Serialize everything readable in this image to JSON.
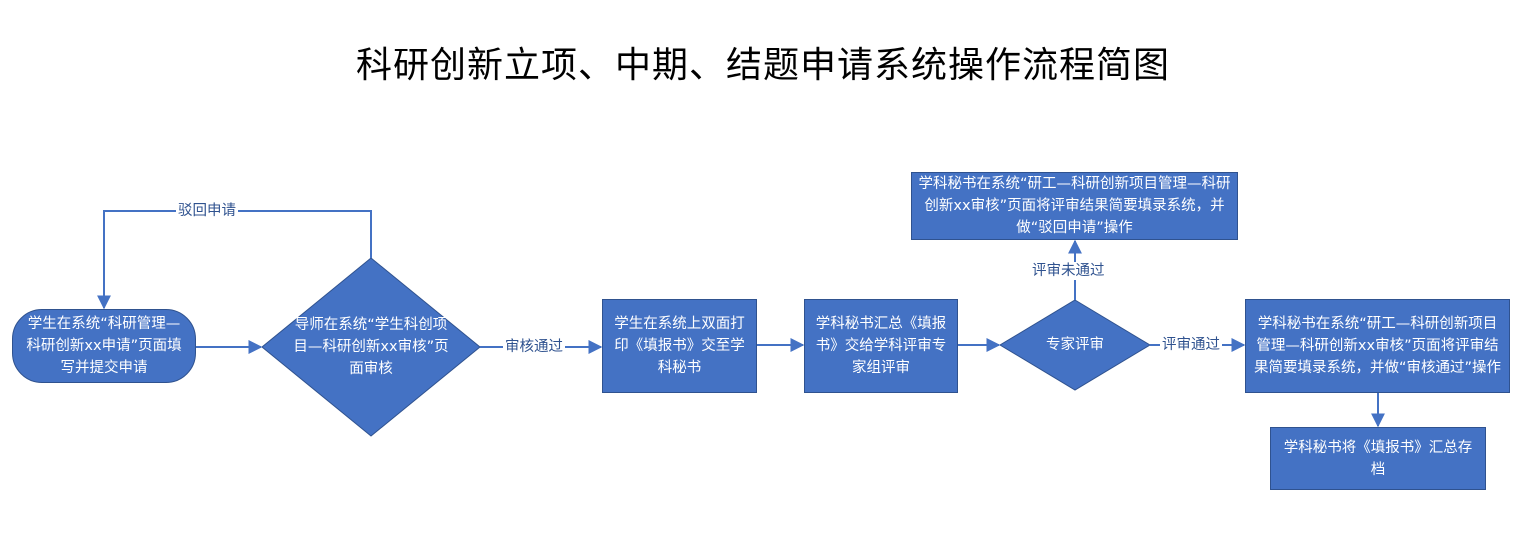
{
  "title": "科研创新立项、中期、结题申请系统操作流程简图",
  "colors": {
    "fill": "#4472C4",
    "border": "#2F528F",
    "line": "#4472C4",
    "label": "#2F528F"
  },
  "nodes": {
    "student_submit": "学生在系统“科研管理—科研创新xx申请”页面填写并提交申请",
    "advisor_review": "导师在系统“学生科创项目—科研创新xx审核”页面审核",
    "student_print": "学生在系统上双面打印《填报书》交至学科秘书",
    "secretary_collect": "学科秘书汇总《填报书》交给学科评审专家组评审",
    "expert_review": "专家评审",
    "secretary_reject": "学科秘书在系统“研工—科研创新项目管理—科研创新xx审核”页面将评审结果简要填录系统，并做“驳回申请”操作",
    "secretary_approve": "学科秘书在系统“研工—科研创新项目管理—科研创新xx审核”页面将评审结果简要填录系统，并做“审核通过”操作",
    "secretary_archive": "学科秘书将《填报书》汇总存档"
  },
  "edges": {
    "reject_application": "驳回申请",
    "review_passed": "审核通过",
    "review_failed": "评审未通过",
    "evaluation_passed": "评审通过"
  }
}
